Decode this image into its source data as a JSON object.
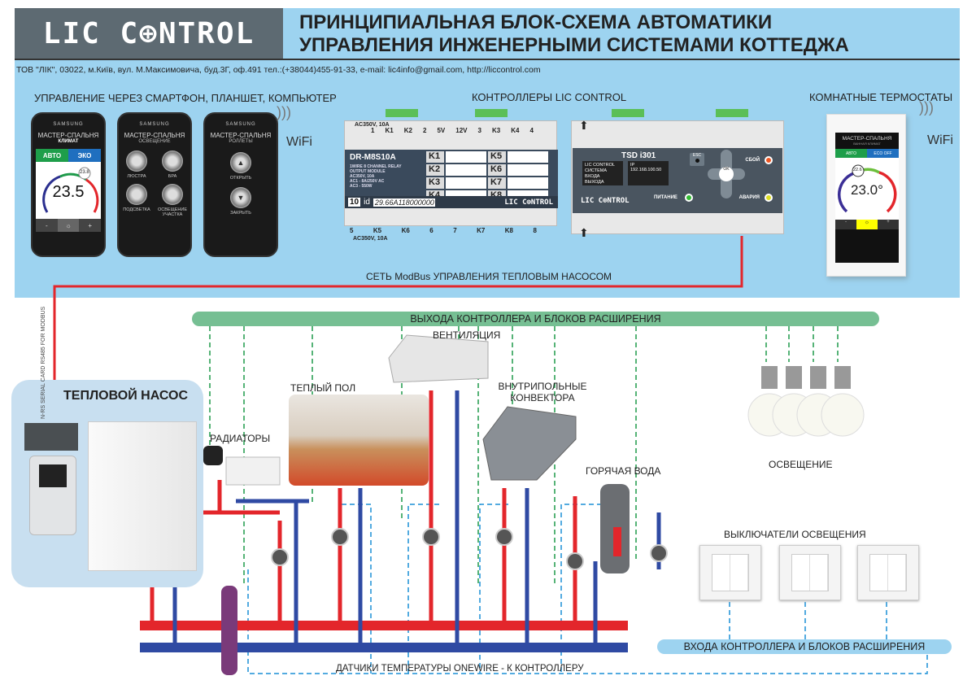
{
  "header": {
    "logo": "LIC C⊕NTROL",
    "title_line1": "ПРИНЦИПИАЛЬНАЯ БЛОК-СХЕМА АВТОМАТИКИ",
    "title_line2": "УПРАВЛЕНИЯ ИНЖЕНЕРНЫМИ СИСТЕМАМИ КОТТЕДЖА",
    "address": "ТОВ \"ЛІК\", 03022, м.Київ, вул. М.Максимовича, буд.3Г, оф.491 тел.:(+38044)455-91-33, e-mail: lic4info@gmail.com, http://liccontrol.com"
  },
  "sections": {
    "smartphone": "УПРАВЛЕНИЕ ЧЕРЕЗ СМАРТФОН, ПЛАНШЕТ, КОМПЬЮТЕР",
    "controllers": "КОНТРОЛЛЕРЫ LIC CONTROL",
    "thermostats": "КОМНАТНЫЕ ТЕРМОСТАТЫ",
    "wifi": "WiFi",
    "modbus": "СЕТЬ ModBus УПРАВЛЕНИЯ ТЕПЛОВЫМ НАСОСОМ"
  },
  "phones": [
    {
      "brand": "SAMSUNG",
      "title": "МАСТЕР-СПАЛЬНЯ",
      "subtitle": "КЛИМАТ",
      "mode_auto": "АВТО",
      "mode_eco": "ЭКО",
      "setpoint": "23.8",
      "temperature": "23.5",
      "minus": "-",
      "plus": "+"
    },
    {
      "brand": "SAMSUNG",
      "title": "МАСТЕР-СПАЛЬНЯ",
      "subtitle": "ОСВЕЩЕНИЕ",
      "buttons": [
        "ЛЮСТРА",
        "БРА",
        "ПОДСВЕТКА",
        "ОСВЕЩЕНИЕ УЧАСТКА"
      ]
    },
    {
      "brand": "SAMSUNG",
      "title": "МАСТЕР-СПАЛЬНЯ",
      "subtitle": "РОЛЛЕТЫ",
      "buttons": [
        "ОТКРЫТЬ",
        "ЗАКРЫТЬ"
      ]
    }
  ],
  "relay_module": {
    "model": "DR-M8S10A",
    "desc": [
      "1WIRE 8 CHANNEL RELAY",
      "OUTPUT MODULE",
      "AC350V, 10A",
      "AC1 - 8A/250V AC",
      "AC3 - 550W"
    ],
    "channels": [
      "K1",
      "K2",
      "K3",
      "K4",
      "K5",
      "K6",
      "K7",
      "K8"
    ],
    "address_num": "10",
    "id_label": "id",
    "id_value": "29.66A118000000",
    "top_rating": "AC350V, 10A",
    "bottom_rating": "AC350V, 10A",
    "top_pins": [
      "1",
      "K1",
      "K2",
      "2",
      "5V",
      "12V",
      "3",
      "K3",
      "K4",
      "4"
    ],
    "bottom_pins": [
      "5",
      "K5",
      "K6",
      "6",
      "7",
      "K7",
      "K8",
      "8"
    ],
    "brand": "LIC C⊕NTROL"
  },
  "controller": {
    "model": "TSD i301",
    "screen1": [
      "LIC CONTROL",
      "СИСТЕМА",
      "ВХОДА",
      "ВЫХОДА"
    ],
    "screen2": "IP 192.168.100.50",
    "esc": "ESC",
    "ok": "OK",
    "led_power": "ПИТАНИЕ",
    "led_fault": "СБОЙ",
    "led_alarm": "АВАРИЯ",
    "brand": "LIC C⊕NTROL"
  },
  "thermostat": {
    "title": "МАСТЕР-СПАЛЬНЯ",
    "subtitle": "ВАННАЯ КЛИМАТ",
    "mode_auto": "АВТО",
    "mode_eco": "ECO OFF",
    "setpoint": "22.6",
    "temperature": "23.0°",
    "minus": "-",
    "plus": "+"
  },
  "diagram": {
    "outputs_bar": "ВЫХОДА КОНТРОЛЛЕРА И БЛОКОВ РАСШИРЕНИЯ",
    "inputs_bar": "ВХОДА КОНТРОЛЛЕРА И БЛОКОВ РАСШИРЕНИЯ",
    "sensors": "ДАТЧИКИ ТЕМПЕРАТУРЫ ONEWIRE  - К КОНТРОЛЛЕРУ",
    "rs485": "N-RS SERIAL CARD RS485 FOR MODBUS",
    "heat_pump": "ТЕПЛОВОЙ НАСОС",
    "radiators": "РАДИАТОРЫ",
    "floor": "ТЕПЛЫЙ ПОЛ",
    "ventilation": "ВЕНТИЛЯЦИЯ",
    "convectors": "ВНУТРИПОЛЬНЫЕ КОНВЕКТОРА",
    "hot_water": "ГОРЯЧАЯ ВОДА",
    "lighting": "ОСВЕЩЕНИЕ",
    "switches": "ВЫКЛЮЧАТЕЛИ ОСВЕЩЕНИЯ"
  },
  "colors": {
    "band": "#9dd3f0",
    "logo_bg": "#5d6a72",
    "hot_pipe": "#e3262b",
    "cold_pipe": "#2f4aa3",
    "output_line": "#1e9a4a",
    "input_line": "#1a8fd6"
  }
}
